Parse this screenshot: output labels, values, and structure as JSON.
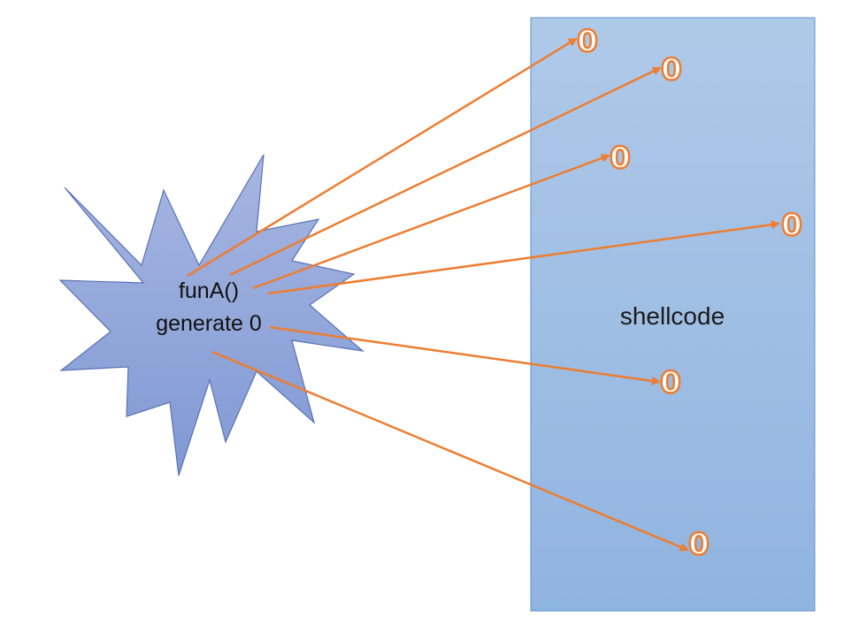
{
  "diagram": {
    "burst": {
      "line1": "funA()",
      "line2": "generate 0"
    },
    "region": {
      "label": "shellcode"
    },
    "zeros": [
      "0",
      "0",
      "0",
      "0",
      "0",
      "0"
    ]
  },
  "colors": {
    "burst_fill_top": "#a7b6e1",
    "burst_fill_bottom": "#8099d4",
    "burst_stroke": "#5a70b5",
    "region_fill_top": "#afc9e8",
    "region_fill_bottom": "#90b4e0",
    "region_stroke": "#5b93d1",
    "arrow": "#ed7d31",
    "zero_fill": "#ffffff"
  }
}
